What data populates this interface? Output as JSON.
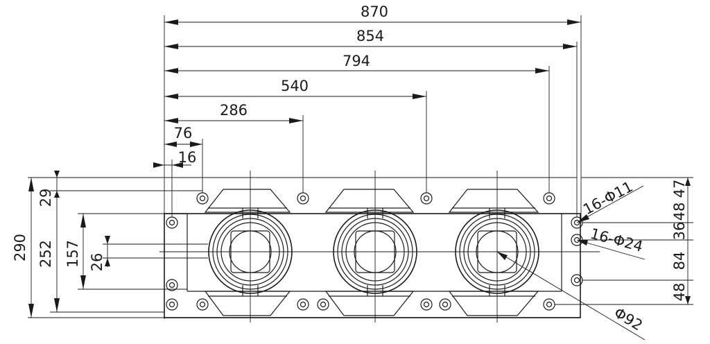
{
  "drawing": {
    "top_dims": {
      "d870": "870",
      "d854": "854",
      "d794": "794",
      "d540": "540",
      "d286": "286",
      "d76": "76",
      "d16": "16"
    },
    "left_dims": {
      "d290": "290",
      "d29": "29",
      "d252": "252",
      "d157": "157",
      "d26": "26"
    },
    "right_dims": {
      "d47": "47",
      "d48a": "48",
      "d36": "36",
      "d84": "84",
      "d48b": "48"
    },
    "callouts": {
      "small_holes": "16-Φ11",
      "large_holes": "16-Φ24",
      "port_dia": "Φ92"
    }
  }
}
